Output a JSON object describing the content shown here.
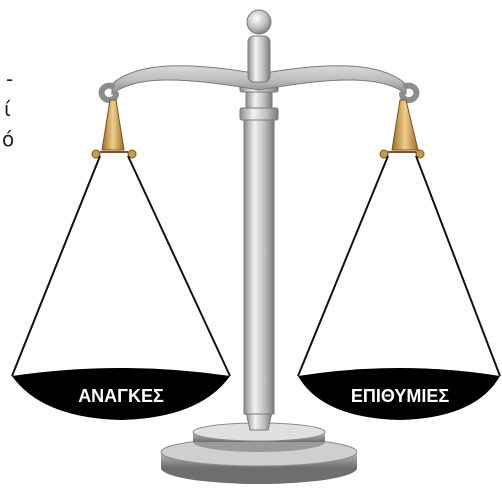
{
  "left_pan_label": "ΑΝΑΓΚΕΣ",
  "right_pan_label": "ΕΠΙΘΥΜΙΕΣ",
  "clipped_text_lines": [
    "-",
    "ί",
    "ό"
  ],
  "colors": {
    "metal_light": "#e6e6e6",
    "metal_mid": "#bdbdbd",
    "metal_dark": "#8c8c8c",
    "pan": "#000000",
    "brass": "#d4a55a",
    "background": "#ffffff"
  },
  "icons": [
    "balance-scale-icon"
  ]
}
